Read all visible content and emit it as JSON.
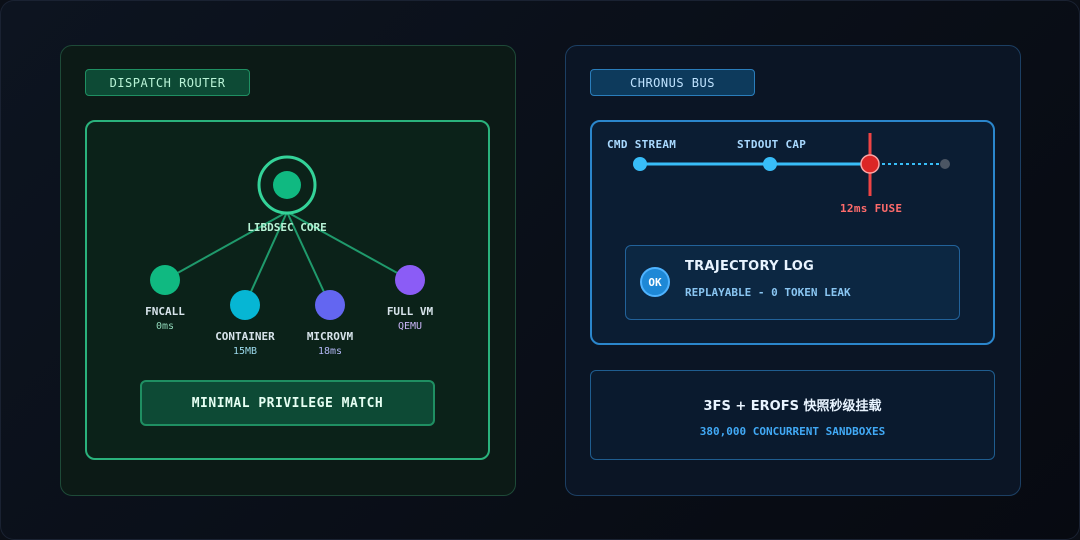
{
  "dispatch": {
    "tag": "DISPATCH ROUTER",
    "core_label": "LIBDSEC CORE",
    "nodes": [
      {
        "name": "FNCALL",
        "detail": "0ms"
      },
      {
        "name": "CONTAINER",
        "detail": "15MB"
      },
      {
        "name": "MICROVM",
        "detail": "18ms"
      },
      {
        "name": "FULL VM",
        "detail": "QEMU"
      }
    ],
    "match_label": "MINIMAL PRIVILEGE MATCH"
  },
  "chronus": {
    "tag": "CHRONUS BUS",
    "timeline": [
      {
        "label": "CMD STREAM"
      },
      {
        "label": "STDOUT CAP"
      },
      {
        "label": "12ms FUSE"
      }
    ],
    "trajectory": {
      "badge": "OK",
      "title": "TRAJECTORY LOG",
      "subtitle": "REPLAYABLE - 0 TOKEN LEAK"
    },
    "storage": {
      "title": "3FS + EROFS 快照秒级挂载",
      "subtitle": "380,000 CONCURRENT SANDBOXES"
    }
  },
  "colors": {
    "core": "#10b981",
    "fncall": "#10b981",
    "container": "#06b6d4",
    "microvm": "#6366f1",
    "fullvm": "#8b5cf6",
    "bus": "#38bdf8",
    "fuse": "#ef4444"
  }
}
